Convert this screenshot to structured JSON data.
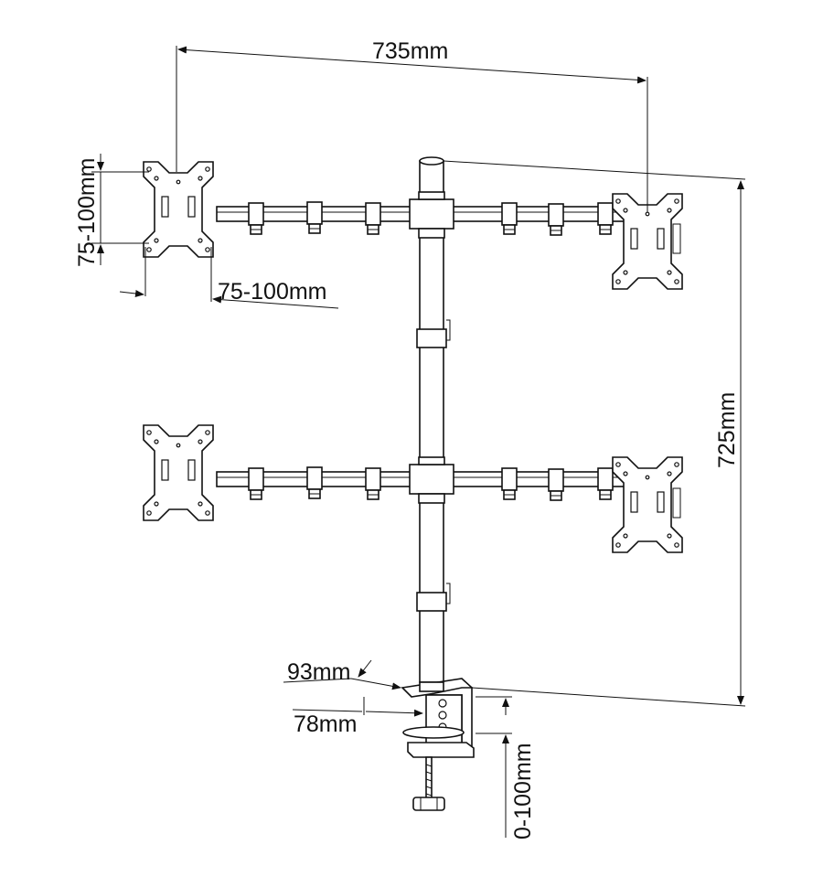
{
  "dimensions": {
    "overall_width": "735mm",
    "overall_height": "725mm",
    "vesa_vertical": "75-100mm",
    "vesa_horizontal": "75-100mm",
    "clamp_depth": "93mm",
    "clamp_width": "78mm",
    "desk_thickness": "0-100mm"
  }
}
